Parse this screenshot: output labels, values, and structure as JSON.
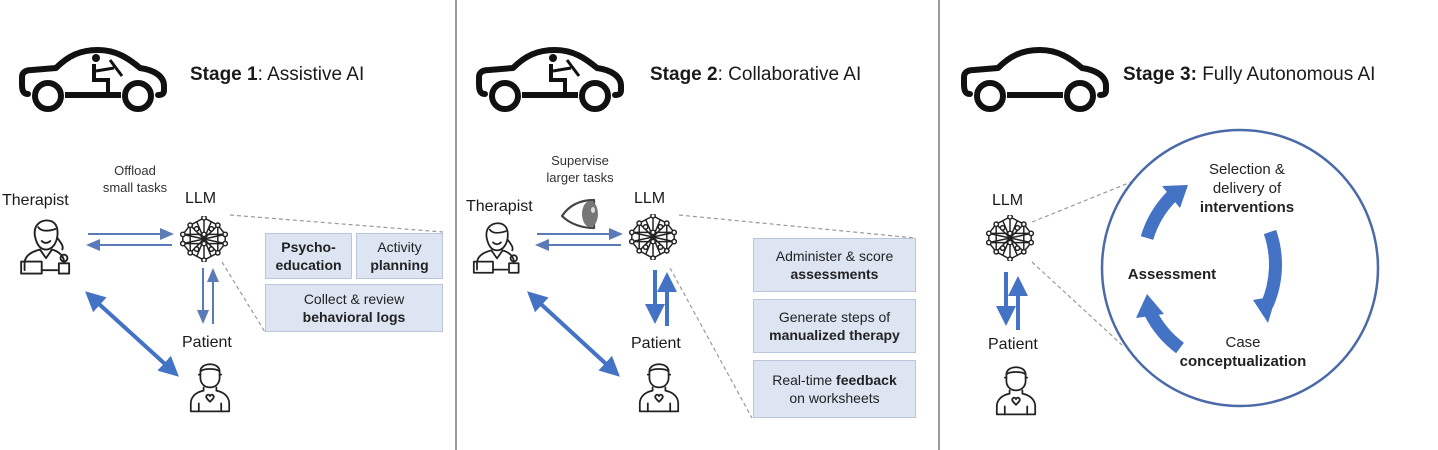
{
  "colors": {
    "arrow_blue": "#4472c4",
    "thin_arrow": "#5a7bb5",
    "box_fill": "#dde5f3",
    "box_border": "#b9c6dd",
    "divider": "#9a9a9a",
    "circle": "#4a6aa8"
  },
  "stages": [
    {
      "title_bold": "Stage 1",
      "title_rest": ": Assistive AI",
      "icon": "car-with-driver-icon",
      "therapist_label": "Therapist",
      "llm_label": "LLM",
      "patient_label": "Patient",
      "relation_label": [
        "Offload",
        "small tasks"
      ],
      "tasks": [
        {
          "normal": "",
          "bold": "Psycho-\neducation"
        },
        {
          "normal": "Activity",
          "bold": "planning"
        },
        {
          "normal": "Collect & review",
          "bold": "behavioral logs"
        }
      ]
    },
    {
      "title_bold": "Stage 2",
      "title_rest": ": Collaborative AI",
      "icon": "car-with-driver-reclined-icon",
      "therapist_label": "Therapist",
      "llm_label": "LLM",
      "patient_label": "Patient",
      "relation_label": [
        "Supervise",
        "larger tasks"
      ],
      "supervise_icon": "eye-icon",
      "tasks": [
        {
          "normal": "Administer & score",
          "bold": "assessments"
        },
        {
          "normal": "Generate steps of",
          "bold": "manualized therapy"
        },
        {
          "normal_before": "Real-time ",
          "bold": "feedback",
          "normal_after": "on worksheets"
        }
      ]
    },
    {
      "title_bold": "Stage 3:",
      "title_rest": " Fully Autonomous AI",
      "icon": "car-empty-icon",
      "llm_label": "LLM",
      "patient_label": "Patient",
      "cycle": {
        "top": {
          "normal1": "Selection &",
          "normal2": "delivery of",
          "bold": "interventions"
        },
        "left": {
          "bold": "Assessment"
        },
        "bottom": {
          "normal": "Case",
          "bold": "conceptualization"
        }
      }
    }
  ]
}
